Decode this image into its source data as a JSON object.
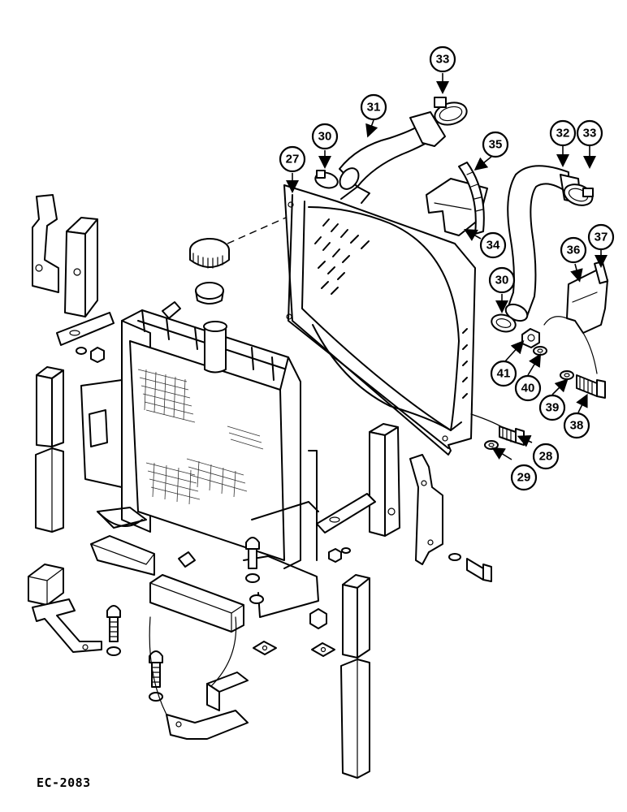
{
  "figure_code": "EC-2083",
  "callouts": [
    {
      "label": "27"
    },
    {
      "label": "28"
    },
    {
      "label": "29"
    },
    {
      "label": "30"
    },
    {
      "label": "30"
    },
    {
      "label": "31"
    },
    {
      "label": "32"
    },
    {
      "label": "33"
    },
    {
      "label": "33"
    },
    {
      "label": "34"
    },
    {
      "label": "35"
    },
    {
      "label": "36"
    },
    {
      "label": "37"
    },
    {
      "label": "38"
    },
    {
      "label": "39"
    },
    {
      "label": "40"
    },
    {
      "label": "41"
    }
  ]
}
